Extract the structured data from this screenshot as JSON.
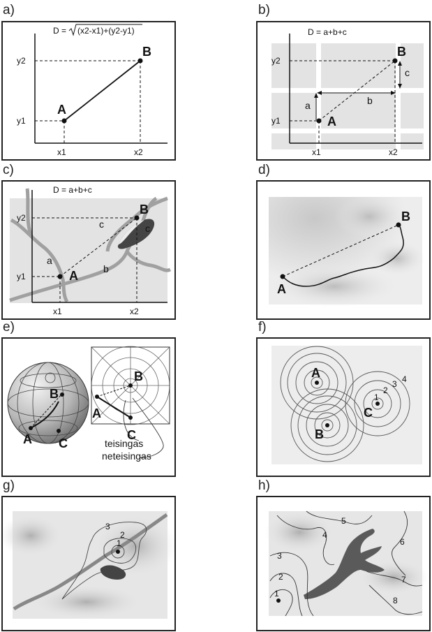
{
  "panels": [
    {
      "label": "a)"
    },
    {
      "label": "b)"
    },
    {
      "label": "c)"
    },
    {
      "label": "d)"
    },
    {
      "label": "e)"
    },
    {
      "label": "f)"
    },
    {
      "label": "g)"
    },
    {
      "label": "h)"
    }
  ],
  "a": {
    "formula_prefix": "D =",
    "formula_root": "(x2-x1)+(y2-y1)",
    "y2": "y2",
    "y1": "y1",
    "x1": "x1",
    "x2": "x2",
    "A": "A",
    "B": "B"
  },
  "b": {
    "formula": "D =  a+b+c",
    "y2": "y2",
    "y1": "y1",
    "x1": "x1",
    "x2": "x2",
    "A": "A",
    "B": "B",
    "a": "a",
    "b": "b",
    "c": "c"
  },
  "c": {
    "formula": "D =  a+b+c",
    "y2": "y2",
    "y1": "y1",
    "x1": "x1",
    "x2": "x2",
    "A": "A",
    "B": "B",
    "a": "a",
    "b": "b",
    "c": "c",
    "c2": "c"
  },
  "d": {
    "A": "A",
    "B": "B"
  },
  "e": {
    "A1": "A",
    "B1": "B",
    "C1": "C",
    "A2": "A",
    "B2": "B",
    "C2": "C",
    "correct": "teisingas",
    "incorrect": "neteisingas"
  },
  "f": {
    "A": "A",
    "B": "B",
    "C": "C",
    "r1": "1",
    "r2": "2",
    "r3": "3",
    "r4": "4"
  },
  "g": {
    "l1": "1",
    "l2": "2",
    "l3": "3"
  },
  "h": {
    "l1": "1",
    "l2": "2",
    "l3": "3",
    "l4": "4",
    "l5": "5",
    "l6": "6",
    "l7": "7",
    "l8": "8"
  }
}
